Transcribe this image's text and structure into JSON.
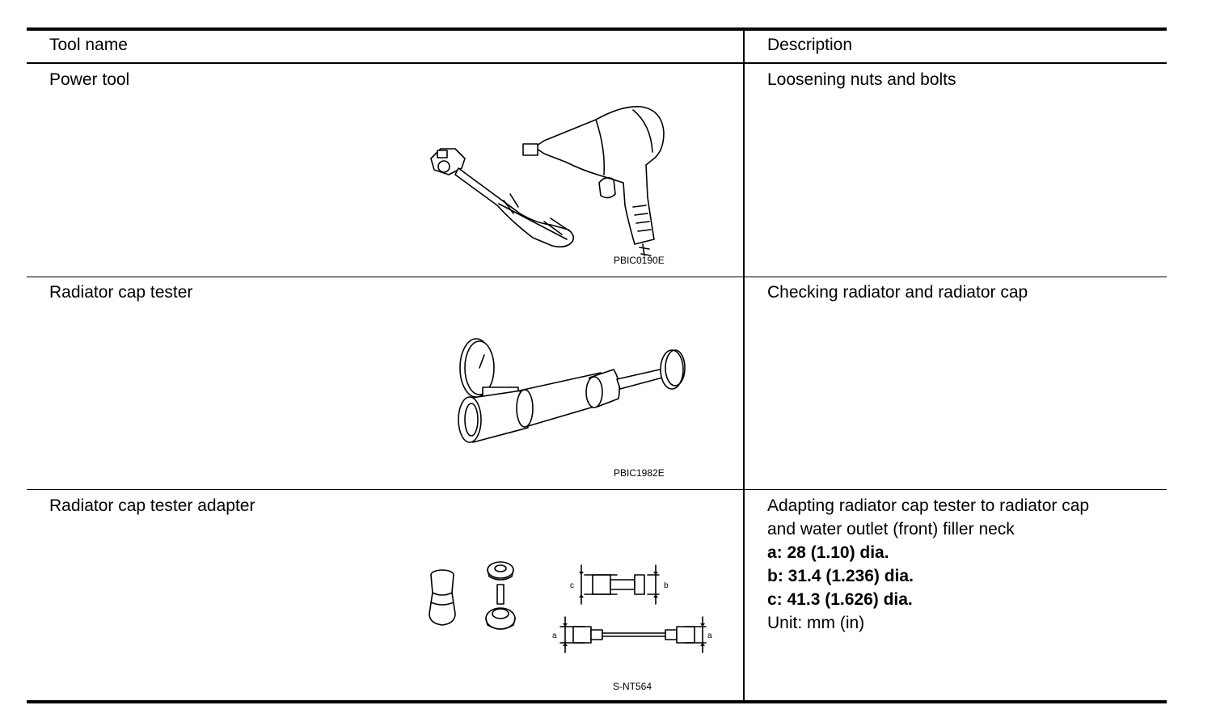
{
  "header": {
    "tool_name": "Tool name",
    "description": "Description"
  },
  "rows": [
    {
      "tool_name": "Power tool",
      "figure_code": "PBIC0190E",
      "figure_icon": "power-tools-illustration",
      "description": [
        "Loosening nuts and bolts"
      ]
    },
    {
      "tool_name": "Radiator cap tester",
      "figure_code": "PBIC1982E",
      "figure_icon": "radiator-cap-tester-illustration",
      "description": [
        "Checking radiator and radiator cap"
      ]
    },
    {
      "tool_name": "Radiator cap tester adapter",
      "figure_code": "S-NT564",
      "figure_icon": "radiator-cap-tester-adapter-illustration",
      "figure_labels": {
        "a": "a",
        "b": "b",
        "c": "c"
      },
      "description": [
        "Adapting radiator cap tester to radiator cap",
        "and water outlet (front) filler neck"
      ],
      "specs": [
        "a: 28 (1.10) dia.",
        "b: 31.4 (1.236) dia.",
        "c: 41.3 (1.626) dia."
      ],
      "unit": "Unit: mm (in)"
    }
  ]
}
